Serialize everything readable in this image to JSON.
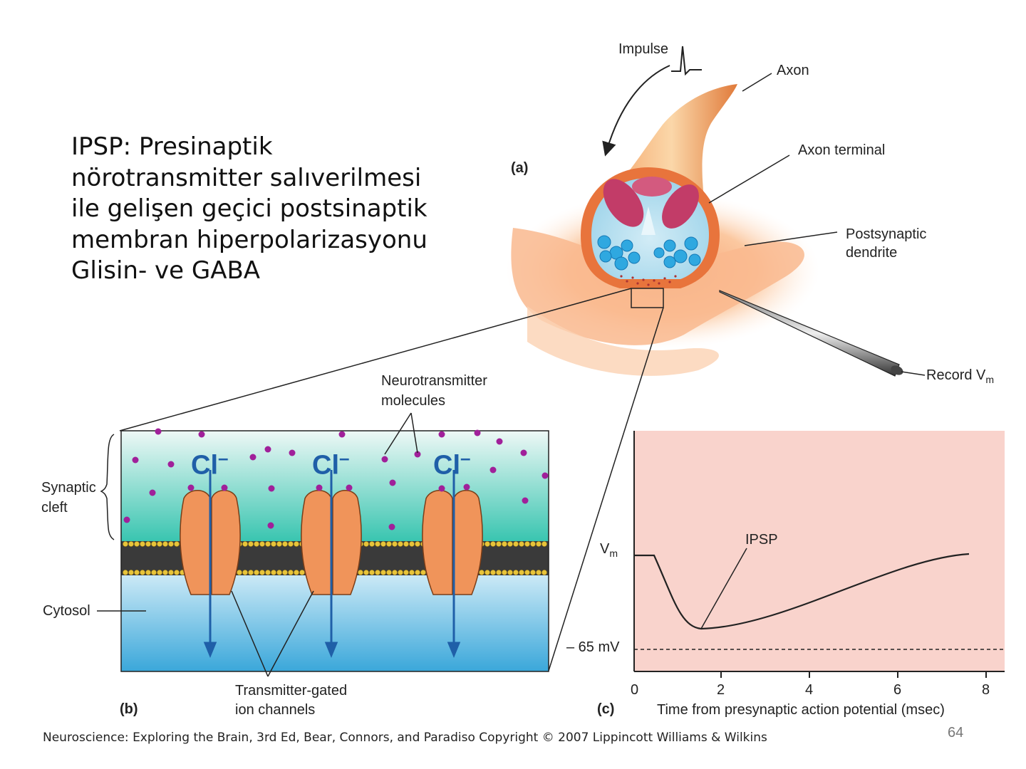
{
  "slide": {
    "text_lines": [
      " IPSP: Presinaptik",
      "nörotransmitter salıverilmesi",
      "ile gelişen geçici postsinaptik",
      "membran hiperpolarizasyonu",
      "Glisin- ve GABA"
    ],
    "page_number": "64",
    "footer": "Neuroscience: Exploring the Brain, 3rd Ed, Bear, Connors, and Paradiso Copyright © 2007 Lippincott Williams & Wilkins"
  },
  "panel_a": {
    "label": "(a)",
    "impulse": "Impulse",
    "axon": "Axon",
    "axon_terminal": "Axon terminal",
    "postsynaptic_dendrite_1": "Postsynaptic",
    "postsynaptic_dendrite_2": "dendrite",
    "record_vm": "Record V",
    "record_vm_sub": "m"
  },
  "panel_b": {
    "label": "(b)",
    "neurotransmitter_1": "Neurotransmitter",
    "neurotransmitter_2": "molecules",
    "synaptic_cleft_1": "Synaptic",
    "synaptic_cleft_2": "cleft",
    "cytosol": "Cytosol",
    "channels_1": "Transmitter-gated",
    "channels_2": "ion channels",
    "ion": "Cl",
    "ion_charge": "–"
  },
  "panel_c": {
    "label": "(c)",
    "vm": "V",
    "vm_sub": "m",
    "rest_label": "– 65 mV",
    "ipsp_label": "IPSP",
    "xlabel": "Time from presynaptic action potential (msec)",
    "x_ticks": [
      "0",
      "2",
      "4",
      "6",
      "8"
    ]
  },
  "colors": {
    "cleft_top": "#eaf7f4",
    "cleft_bottom": "#33c7b0",
    "cytosol_top": "#c4e6f5",
    "cytosol_bottom": "#2fa0d6",
    "channel": "#f0945a",
    "molecule": "#a0209a",
    "ion": "#1f5fa8",
    "graph_bg": "#f9d3cc"
  }
}
